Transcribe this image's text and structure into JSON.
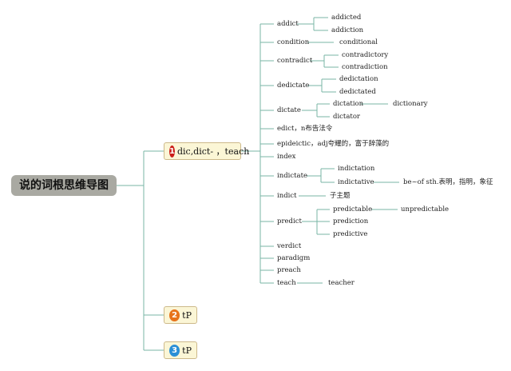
{
  "root": {
    "label": "说的词根思维导图"
  },
  "branches": [
    {
      "number": "1",
      "label": "dic,dict- ，teach",
      "badge_color": "#cc1f1a"
    },
    {
      "number": "2",
      "label": "tP",
      "badge_color": "#e7731b"
    },
    {
      "number": "3",
      "label": "tP",
      "badge_color": "#2b8fd6"
    }
  ],
  "words": {
    "addict": "addict",
    "addicted": "addicted",
    "addiction": "addiction",
    "condition": "condition",
    "conditional": "conditional",
    "contradict": "contradict",
    "contradictory": "contradictory",
    "contradiction": "contradiction",
    "dedictate": "dedictate",
    "dedictation": "dedictation",
    "dedictated": "dedictated",
    "dictate": "dictate",
    "dictation": "dictation",
    "dictionary": "dictionary",
    "dictator": "dictator",
    "edict": "edict，n布告法令",
    "epideictic": "epideictic，adj夸耀的，富于辞藻的",
    "index": "index",
    "indictate": "indictate",
    "indictation": "indictation",
    "indictative": "indictative",
    "indictative_note": "be~of sth.表明，指明，象征",
    "indict": "indict",
    "indict_note": "子主题",
    "predict": "predict",
    "predictable": "predictable",
    "unpredictable": "unpredictable",
    "prediction": "prediction",
    "predictive": "predictive",
    "verdict": "verdict",
    "paradigm": "paradigm",
    "preach": "preach",
    "teach": "teach",
    "teacher": "teacher"
  }
}
